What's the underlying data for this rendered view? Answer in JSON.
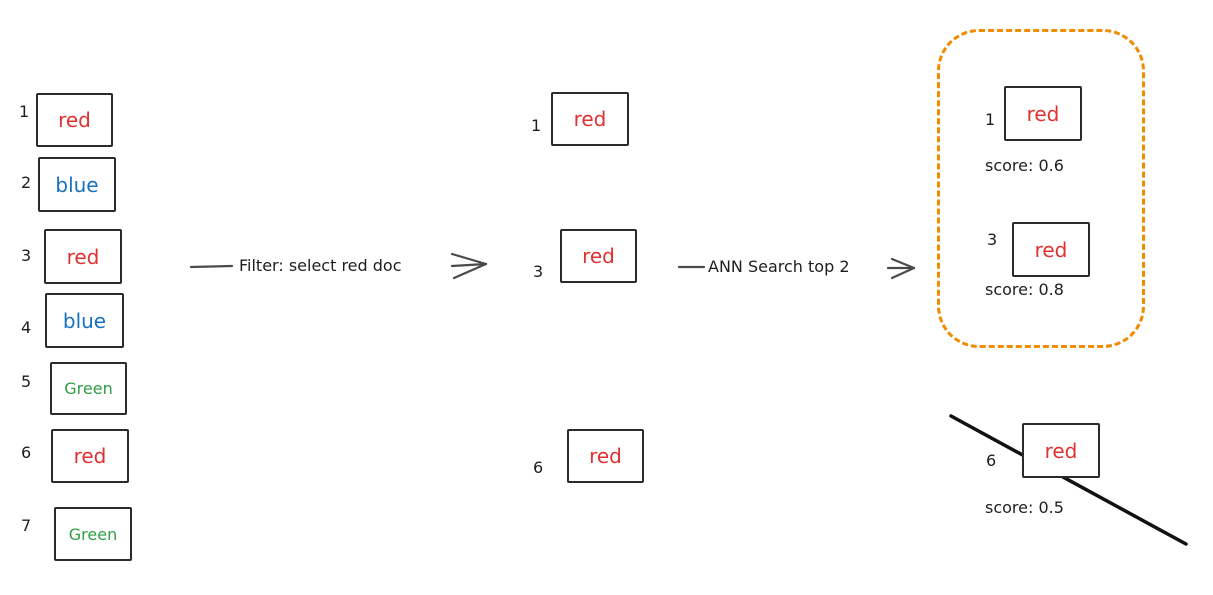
{
  "colors": {
    "red": "#e03131",
    "blue": "#1971c2",
    "green": "#2f9e44",
    "highlight": "#f08c00",
    "stroke": "#1e1e1e"
  },
  "all_docs": [
    {
      "id": "1",
      "label": "red"
    },
    {
      "id": "2",
      "label": "blue"
    },
    {
      "id": "3",
      "label": "red"
    },
    {
      "id": "4",
      "label": "blue"
    },
    {
      "id": "5",
      "label": "Green"
    },
    {
      "id": "6",
      "label": "red"
    },
    {
      "id": "7",
      "label": "Green"
    }
  ],
  "filter_arrow": {
    "label": "Filter: select red doc"
  },
  "filtered_docs": [
    {
      "id": "1",
      "label": "red"
    },
    {
      "id": "3",
      "label": "red"
    },
    {
      "id": "6",
      "label": "red"
    }
  ],
  "search_arrow": {
    "label": "ANN Search top 2"
  },
  "results": [
    {
      "id": "1",
      "label": "red",
      "score": "score: 0.6",
      "selected": true
    },
    {
      "id": "3",
      "label": "red",
      "score": "score: 0.8",
      "selected": true
    },
    {
      "id": "6",
      "label": "red",
      "score": "score: 0.5",
      "selected": false
    }
  ]
}
